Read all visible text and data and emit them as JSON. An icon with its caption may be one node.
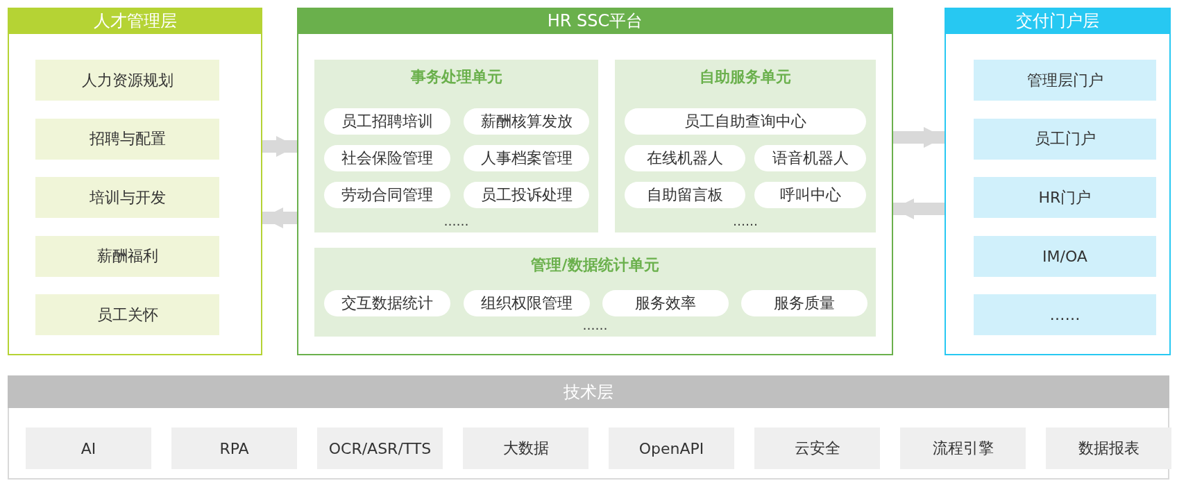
{
  "diagram": {
    "nodes": [
      {
        "text": [
          "人才管理层"
        ]
      },
      {
        "text": [
          "人力资源规划"
        ],
        "in": 0
      },
      {
        "text": [
          "招聘与配置"
        ],
        "in": 0
      },
      {
        "text": [
          "培训与开发"
        ],
        "in": 0
      },
      {
        "text": [
          "薪酬福利"
        ],
        "in": 0
      },
      {
        "text": [
          "员工关怀"
        ],
        "in": 0
      },
      {
        "text": [
          "HR SSC平台"
        ]
      },
      {
        "text": [
          "事务处理单元",
          "……"
        ],
        "in": 6
      },
      {
        "text": [
          "员工招聘培训"
        ],
        "in": 7
      },
      {
        "text": [
          "薪酬核算发放"
        ],
        "in": 7
      },
      {
        "text": [
          "社会保险管理"
        ],
        "in": 7
      },
      {
        "text": [
          "人事档案管理"
        ],
        "in": 7
      },
      {
        "text": [
          "劳动合同管理"
        ],
        "in": 7
      },
      {
        "text": [
          "员工投诉处理"
        ],
        "in": 7
      },
      {
        "text": [
          "自助服务单元",
          "……"
        ],
        "in": 6
      },
      {
        "text": [
          "员工自助查询中心"
        ],
        "in": 14
      },
      {
        "text": [
          "在线机器人"
        ],
        "in": 14
      },
      {
        "text": [
          "语音机器人"
        ],
        "in": 14
      },
      {
        "text": [
          "自助留言板"
        ],
        "in": 14
      },
      {
        "text": [
          "呼叫中心"
        ],
        "in": 14
      },
      {
        "text": [
          "管理/数据统计单元",
          "……"
        ],
        "in": 6
      },
      {
        "text": [
          "交互数据统计"
        ],
        "in": 20
      },
      {
        "text": [
          "组织权限管理"
        ],
        "in": 20
      },
      {
        "text": [
          "服务效率"
        ],
        "in": 20
      },
      {
        "text": [
          "服务质量"
        ],
        "in": 20
      },
      {
        "text": [
          "交付门户层"
        ]
      },
      {
        "text": [
          "管理层门户"
        ],
        "in": 25
      },
      {
        "text": [
          "员工门户"
        ],
        "in": 25
      },
      {
        "text": [
          "HR门户"
        ],
        "in": 25
      },
      {
        "text": [
          "IM/OA"
        ],
        "in": 25
      },
      {
        "text": [
          "……"
        ],
        "in": 25
      },
      {
        "text": [
          "技术层"
        ]
      },
      {
        "text": [
          "AI"
        ],
        "in": 31
      },
      {
        "text": [
          "RPA"
        ],
        "in": 31
      },
      {
        "text": [
          "OCR/ASR/TTS"
        ],
        "in": 31
      },
      {
        "text": [
          "大数据"
        ],
        "in": 31
      },
      {
        "text": [
          "OpenAPI"
        ],
        "in": 31
      },
      {
        "text": [
          "云安全"
        ],
        "in": 31
      },
      {
        "text": [
          "流程引擎"
        ],
        "in": 31
      },
      {
        "text": [
          "数据报表"
        ],
        "in": 31
      }
    ],
    "edges": [
      {
        "from": 0,
        "to": 6,
        "arrow": "to"
      },
      {
        "from": 6,
        "to": 0,
        "arrow": "to"
      },
      {
        "from": 6,
        "to": 25,
        "arrow": "to"
      },
      {
        "from": 25,
        "to": 6,
        "arrow": "to"
      }
    ]
  }
}
